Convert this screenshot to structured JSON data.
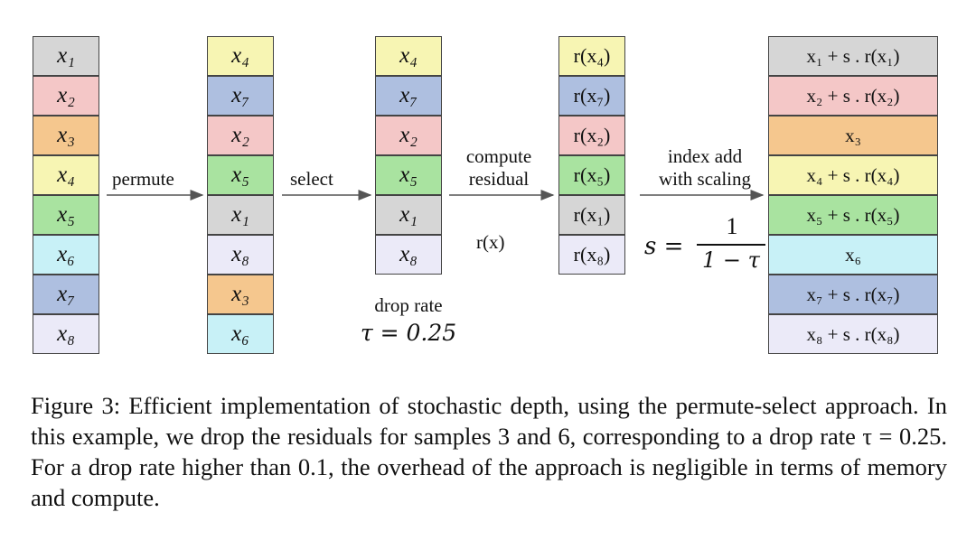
{
  "columns": {
    "input": [
      {
        "text": "x₁",
        "color": "#d6d6d6"
      },
      {
        "text": "x₂",
        "color": "#f4c7c7"
      },
      {
        "text": "x₃",
        "color": "#f5c78e"
      },
      {
        "text": "x₄",
        "color": "#f7f5b3"
      },
      {
        "text": "x₅",
        "color": "#a9e3a0"
      },
      {
        "text": "x₆",
        "color": "#c8f1f7"
      },
      {
        "text": "x₇",
        "color": "#aebfe0"
      },
      {
        "text": "x₈",
        "color": "#ebeaf8"
      }
    ],
    "permuted": [
      {
        "text": "x₄",
        "color": "#f7f5b3"
      },
      {
        "text": "x₇",
        "color": "#aebfe0"
      },
      {
        "text": "x₂",
        "color": "#f4c7c7"
      },
      {
        "text": "x₅",
        "color": "#a9e3a0"
      },
      {
        "text": "x₁",
        "color": "#d6d6d6"
      },
      {
        "text": "x₈",
        "color": "#ebeaf8"
      },
      {
        "text": "x₃",
        "color": "#f5c78e"
      },
      {
        "text": "x₆",
        "color": "#c8f1f7"
      }
    ],
    "selected": [
      {
        "text": "x₄",
        "color": "#f7f5b3"
      },
      {
        "text": "x₇",
        "color": "#aebfe0"
      },
      {
        "text": "x₂",
        "color": "#f4c7c7"
      },
      {
        "text": "x₅",
        "color": "#a9e3a0"
      },
      {
        "text": "x₁",
        "color": "#d6d6d6"
      },
      {
        "text": "x₈",
        "color": "#ebeaf8"
      }
    ],
    "residuals": [
      {
        "text": "r(x₄)",
        "color": "#f7f5b3"
      },
      {
        "text": "r(x₇)",
        "color": "#aebfe0"
      },
      {
        "text": "r(x₂)",
        "color": "#f4c7c7"
      },
      {
        "text": "r(x₅)",
        "color": "#a9e3a0"
      },
      {
        "text": "r(x₁)",
        "color": "#d6d6d6"
      },
      {
        "text": "r(x₈)",
        "color": "#ebeaf8"
      }
    ],
    "output": [
      {
        "text": "x₁ + s . r(x₁)",
        "color": "#d6d6d6"
      },
      {
        "text": "x₂ + s . r(x₂)",
        "color": "#f4c7c7"
      },
      {
        "text": "x₃",
        "color": "#f5c78e"
      },
      {
        "text": "x₄ + s . r(x₄)",
        "color": "#f7f5b3"
      },
      {
        "text": "x₅ + s . r(x₅)",
        "color": "#a9e3a0"
      },
      {
        "text": "x₆",
        "color": "#c8f1f7"
      },
      {
        "text": "x₇ + s . r(x₇)",
        "color": "#aebfe0"
      },
      {
        "text": "x₈ + s . r(x₈)",
        "color": "#ebeaf8"
      }
    ]
  },
  "labels": {
    "permute": "permute",
    "select": "select",
    "compute_line1": "compute",
    "compute_line2": "residual",
    "rx": "r(x)",
    "index_line1": "index add",
    "index_line2": "with scaling",
    "drop_rate": "drop rate",
    "tau_eq": "τ = 0.25",
    "s_lhs": "s =",
    "frac_num": "1",
    "frac_den": "1 − τ"
  },
  "caption": "Figure 3: Efficient implementation of stochastic depth, using the permute-select approach. In this example, we drop the residuals for samples 3 and 6, corresponding to a drop rate τ = 0.25. For a drop rate higher than 0.1, the overhead of the approach is negligible in terms of memory and compute."
}
